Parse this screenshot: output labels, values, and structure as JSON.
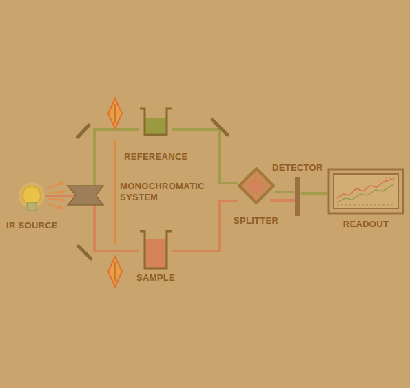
{
  "diagram": {
    "nodes": [
      {
        "text": [
          "IR SOURCE"
        ]
      },
      {
        "text": [
          "REFEREANCE"
        ]
      },
      {
        "text": [
          "SAMPLE"
        ]
      },
      {
        "text": [
          "SPLITTER"
        ]
      },
      {
        "text": [
          "DETECTOR"
        ]
      },
      {
        "text": [
          "READOUT"
        ]
      }
    ],
    "edges": [
      {
        "from": 0,
        "to": 1,
        "arrow": "none"
      },
      {
        "from": 0,
        "to": 2,
        "arrow": "none"
      },
      {
        "from": 1,
        "to": 3,
        "arrow": "none"
      },
      {
        "from": 2,
        "to": 3,
        "arrow": "none"
      },
      {
        "from": 3,
        "to": 4,
        "arrow": "none"
      },
      {
        "from": 4,
        "to": 5,
        "arrow": "none"
      }
    ],
    "labels": [
      "MONOCHROMATIC SYSTEM"
    ]
  }
}
